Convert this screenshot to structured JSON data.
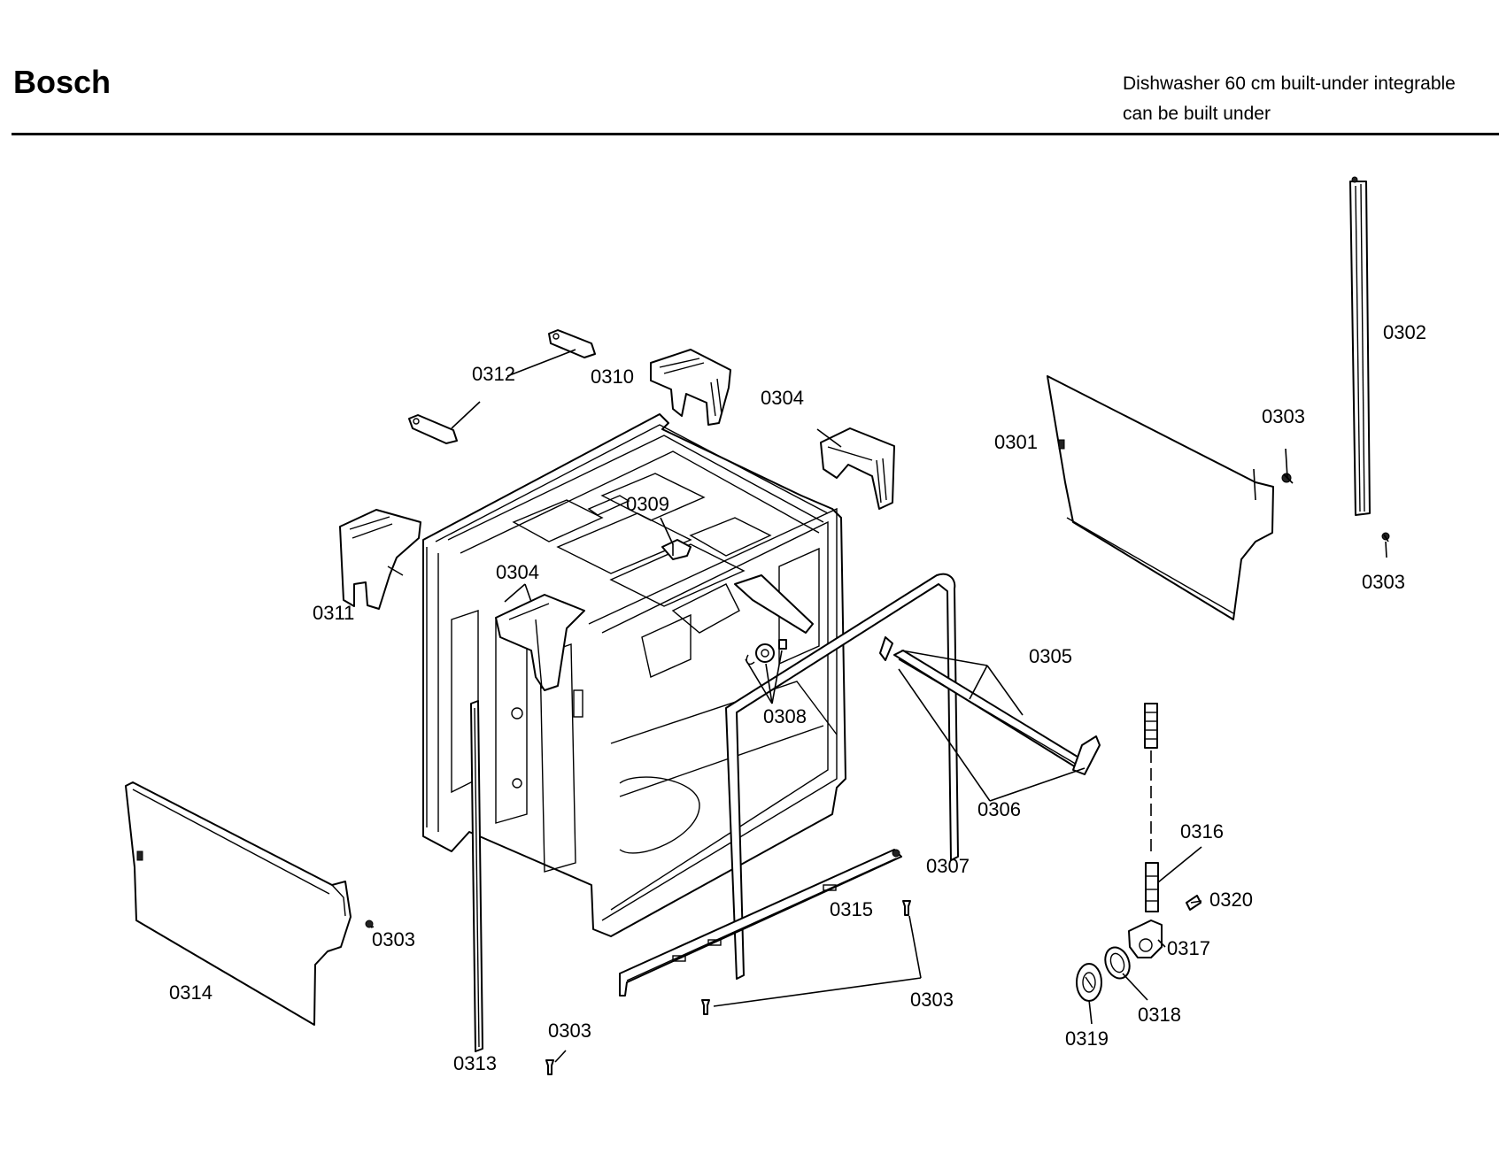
{
  "header": {
    "brand": "Bosch",
    "title_line1": "Dishwasher 60 cm built-under integrable",
    "title_line2": "can be built under"
  },
  "diagram": {
    "callouts": [
      {
        "id": "callout-0302",
        "text": "0302"
      },
      {
        "id": "callout-0303-a",
        "text": "0303"
      },
      {
        "id": "callout-0303-b",
        "text": "0303"
      },
      {
        "id": "callout-0301",
        "text": "0301"
      },
      {
        "id": "callout-0312",
        "text": "0312"
      },
      {
        "id": "callout-0310",
        "text": "0310"
      },
      {
        "id": "callout-0304-a",
        "text": "0304"
      },
      {
        "id": "callout-0309",
        "text": "0309"
      },
      {
        "id": "callout-0304-b",
        "text": "0304"
      },
      {
        "id": "callout-0311",
        "text": "0311"
      },
      {
        "id": "callout-0305",
        "text": "0305"
      },
      {
        "id": "callout-0308",
        "text": "0308"
      },
      {
        "id": "callout-0306",
        "text": "0306"
      },
      {
        "id": "callout-0316",
        "text": "0316"
      },
      {
        "id": "callout-0307",
        "text": "0307"
      },
      {
        "id": "callout-0320",
        "text": "0320"
      },
      {
        "id": "callout-0315",
        "text": "0315"
      },
      {
        "id": "callout-0303-c",
        "text": "0303"
      },
      {
        "id": "callout-0317",
        "text": "0317"
      },
      {
        "id": "callout-0314",
        "text": "0314"
      },
      {
        "id": "callout-0303-d",
        "text": "0303"
      },
      {
        "id": "callout-0318",
        "text": "0318"
      },
      {
        "id": "callout-0319",
        "text": "0319"
      },
      {
        "id": "callout-0303-e",
        "text": "0303"
      },
      {
        "id": "callout-0313",
        "text": "0313"
      }
    ]
  }
}
